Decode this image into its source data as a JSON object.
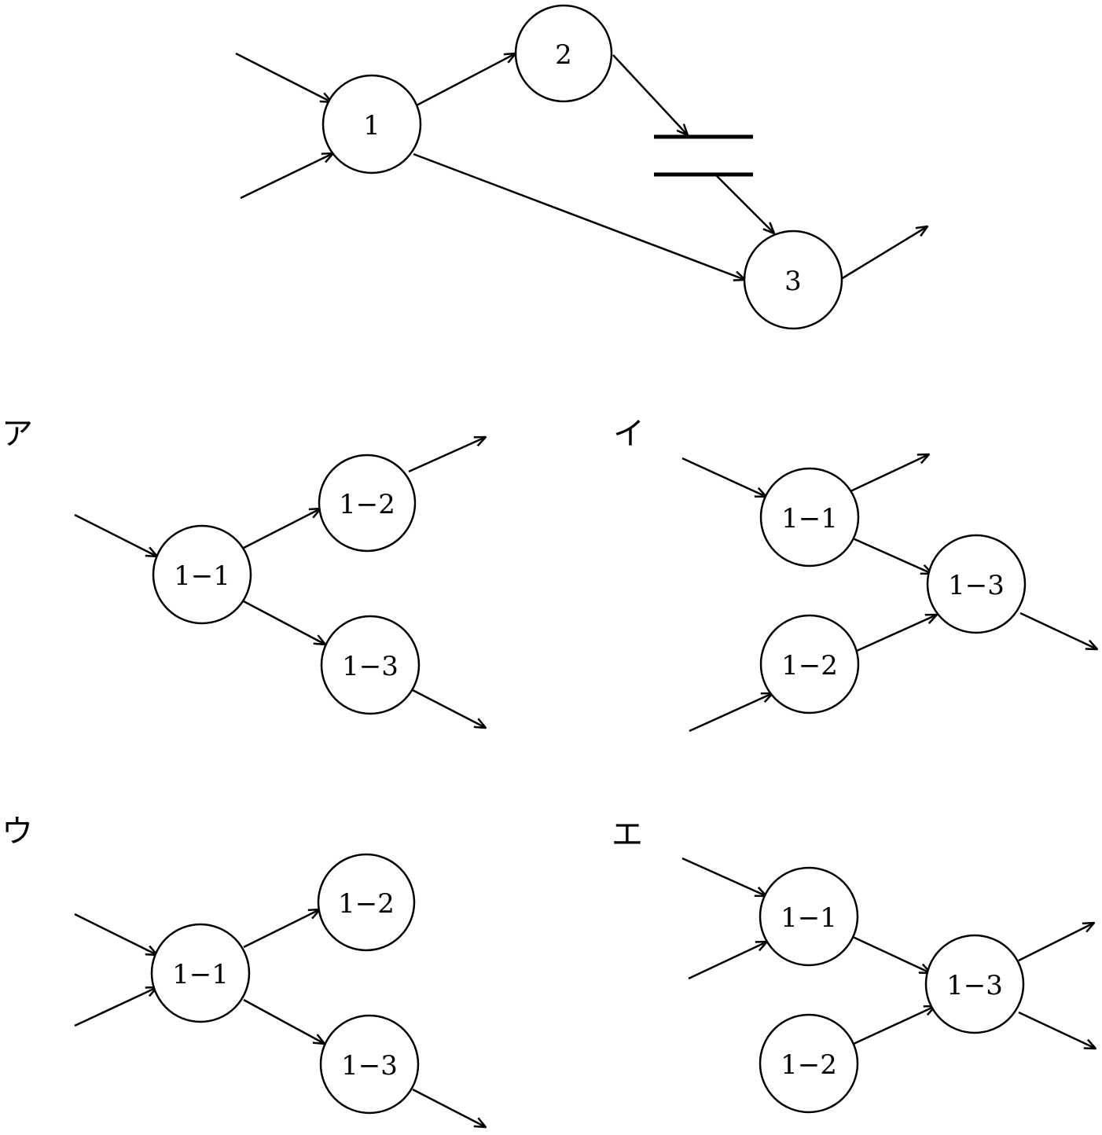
{
  "main_diagram": {
    "nodes": [
      {
        "id": "n1",
        "label": "1"
      },
      {
        "id": "n2",
        "label": "2"
      },
      {
        "id": "n3",
        "label": "3"
      }
    ]
  },
  "options": [
    {
      "label": "ア",
      "nodes": [
        {
          "label": "1−1"
        },
        {
          "label": "1−2"
        },
        {
          "label": "1−3"
        }
      ]
    },
    {
      "label": "イ",
      "nodes": [
        {
          "label": "1−1"
        },
        {
          "label": "1−3"
        },
        {
          "label": "1−2"
        }
      ]
    },
    {
      "label": "ウ",
      "nodes": [
        {
          "label": "1−1"
        },
        {
          "label": "1−2"
        },
        {
          "label": "1−3"
        }
      ]
    },
    {
      "label": "エ",
      "nodes": [
        {
          "label": "1−1"
        },
        {
          "label": "1−3"
        },
        {
          "label": "1−2"
        }
      ]
    }
  ],
  "colors": {
    "stroke": "#000000",
    "background": "#ffffff"
  }
}
